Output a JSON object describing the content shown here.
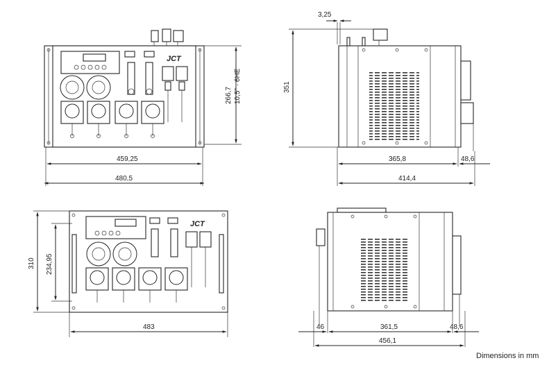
{
  "drawing": {
    "brand_mark": "JCT",
    "units_note": "Dimensions in mm",
    "views": {
      "front_rack": {
        "width_inner": "459,25",
        "width_outer": "480,5",
        "height": "266,7",
        "height_units": "10,5\" · 6HE"
      },
      "side_rack": {
        "offset_top": "3,25",
        "height": "351",
        "depth_body": "365,8",
        "depth_connector": "48,6",
        "depth_total": "414,4"
      },
      "front_panel": {
        "height": "310",
        "height_inner": "234,95",
        "width": "483"
      },
      "side_panel": {
        "depth_front": "46",
        "depth_body": "361,5",
        "depth_connector": "48,6",
        "depth_total": "456,1"
      }
    }
  }
}
